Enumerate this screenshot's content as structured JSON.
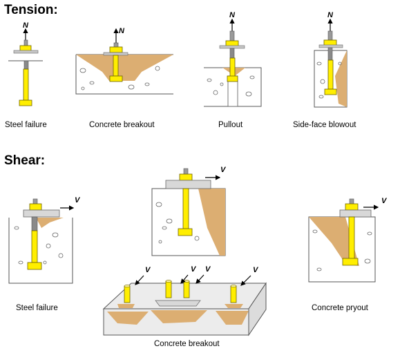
{
  "sections": {
    "tension": {
      "heading": "Tension:",
      "load_label": "N",
      "captions": [
        "Steel failure",
        "Concrete breakout",
        "Pullout",
        "Side-face blowout"
      ]
    },
    "shear": {
      "heading": "Shear:",
      "load_label": "V",
      "captions": [
        "Steel failure",
        "Concrete pryout",
        "Concrete breakout"
      ]
    }
  },
  "colors": {
    "bolt_yellow": "#ffee00",
    "bolt_outline": "#6b6000",
    "breakout_tan": "#dcae72",
    "concrete_line": "#555555",
    "bolt_gray": "#8a8a8a",
    "plate_gray": "#d8d8d8"
  },
  "icons": [
    "bolt-icon",
    "nut-icon",
    "load-arrow-icon",
    "breakout-cone-icon",
    "aggregate-stone-icon"
  ]
}
